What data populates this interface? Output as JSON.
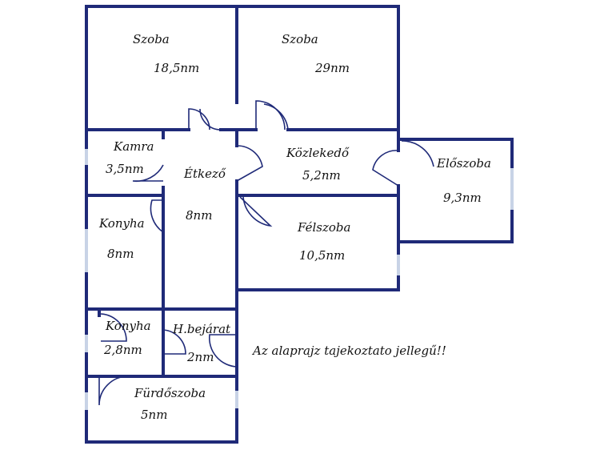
{
  "rooms": {
    "szoba1": {
      "name": "Szoba",
      "area": "18,5nm"
    },
    "szoba2": {
      "name": "Szoba",
      "area": "29nm"
    },
    "kamra": {
      "name": "Kamra",
      "area": "3,5nm"
    },
    "etkezo": {
      "name": "Étkező",
      "area": "8nm"
    },
    "kozlekedo": {
      "name": "Közlekedő",
      "area": "5,2nm"
    },
    "eloszoba": {
      "name": "Előszoba",
      "area": "9,3nm"
    },
    "konyha1": {
      "name": "Konyha",
      "area": "8nm"
    },
    "felszoba": {
      "name": "Félszoba",
      "area": "10,5nm"
    },
    "konyha2": {
      "name": "Konyha",
      "area": "2,8nm"
    },
    "hbejarat": {
      "name": "H.bejárat",
      "area": "2nm"
    },
    "furdoszoba": {
      "name": "Fürdőszoba",
      "area": "5nm"
    }
  },
  "note": "Az alaprajz tajekoztato jellegű!!",
  "colors": {
    "wall": "#1f2a78",
    "window": "#c8d3e6",
    "text": "#111111"
  }
}
